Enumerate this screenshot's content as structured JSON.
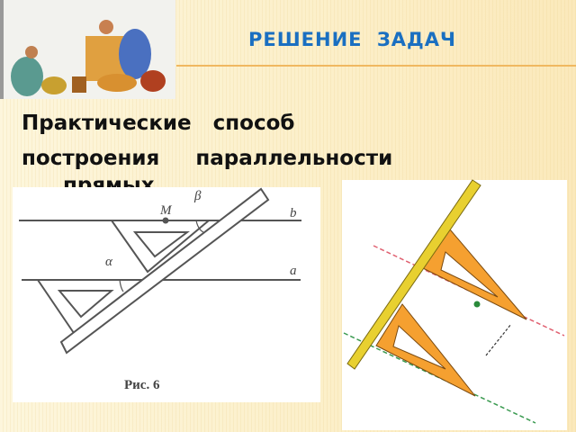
{
  "slide": {
    "title": "РЕШЕНИЕ  ЗАДАЧ",
    "body_line1": "Практические   способ",
    "body_line2": "построения     параллельности",
    "body_line3": "прямых"
  },
  "figure_left": {
    "label_m": "M",
    "label_b": "b",
    "label_a": "a",
    "label_alpha": "α",
    "label_beta": "β",
    "caption": "Рис. 6"
  },
  "colors": {
    "title": "#1a6fc1",
    "ruler_yellow": "#e8d030",
    "triangle_orange": "#f5a030",
    "line_red": "#e06070",
    "line_green": "#3a9a50"
  }
}
